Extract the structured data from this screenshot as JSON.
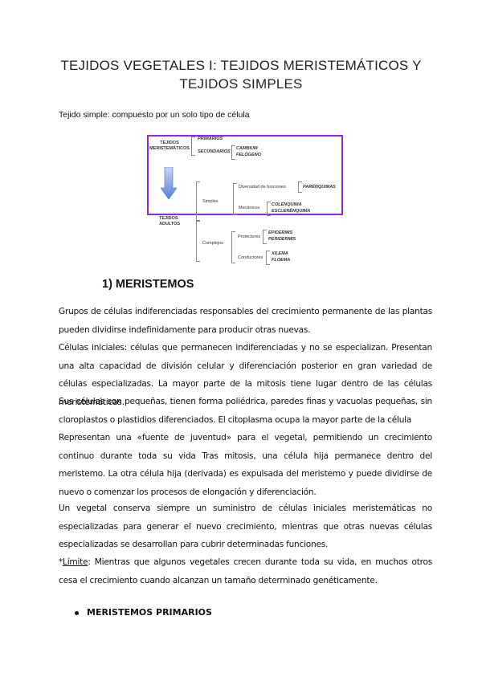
{
  "title_line1": "TEJIDOS VEGETALES I: TEJIDOS MERISTEMÁTICOS Y",
  "title_line2": "TEJIDOS SIMPLES",
  "intro": "Tejido simple: compuesto por un solo tipo de célula",
  "diagram": {
    "tejidos_meristematicos": "TEJIDOS MERISTEMÁTICOS",
    "primarios": "PRIMARIOS",
    "secundarios": "SECUNDARIOS",
    "cambium": "CAMBIUM",
    "felogeno": "FELÓGENO",
    "simples": "Simples",
    "diversidad": "Diversidad de funciones",
    "parenquimas": "PARÉNQUIMAS",
    "mecanicos": "Mecánicos",
    "colenquima": "COLÉNQUIMA",
    "esclerenquima": "ESCLERÉNQUIMA",
    "tejidos_adultos": "TEJIDOS ADULTOS",
    "complejos": "Complejos",
    "protectores": "Protectores",
    "epidermis": "EPIDERMIS",
    "peridermis": "PERIDERMIS",
    "conductores": "Conductores",
    "xilema": "XILEMA",
    "floema": "FLOEMA",
    "frame_color": "#8a2be2",
    "arrow_color": "#5b7fd6"
  },
  "section_heading": "1) MERISTEMOS",
  "paragraphs": {
    "p1": "Grupos de células indiferenciadas responsables del crecimiento permanente de las plantas pueden dividirse indefinidamente para producir otras nuevas.",
    "p2": "Células iniciales: células que permanecen indiferenciadas y no se especializan. Presentan una alta capacidad de división celular y diferenciación posterior en gran variedad de células especializadas. La mayor parte de la mitosis tiene lugar dentro de las células meristemáticas.",
    "p3": "Sus células son pequeñas, tienen forma poliédrica, paredes finas y vacuolas pequeñas, sin cloroplastos o plastidios diferenciados. El citoplasma ocupa la mayor parte de la célula",
    "p4": "Representan una «fuente de juventud» para el vegetal, permitiendo un crecimiento continuo durante toda su vida Tras mitosis, una célula hija permanece dentro del meristemo. La otra célula hija (derivada) es expulsada del meristemo y puede dividirse de nuevo o comenzar los procesos de elongación y diferenciación.",
    "p5": "Un vegetal conserva siempre un suministro de células iniciales meristemáticas no especializadas para generar el nuevo crecimiento, mientras que otras nuevas células especializadas se desarrollan para cubrir determinadas funciones.",
    "p6_prefix": "*",
    "p6_term": "Límite",
    "p6_rest": ": Mientras que algunos vegetales crecen durante toda su vida, en muchos otros cesa el crecimiento cuando alcanzan un tamaño determinado genéticamente."
  },
  "bullet_heading": "MERISTEMOS PRIMARIOS"
}
